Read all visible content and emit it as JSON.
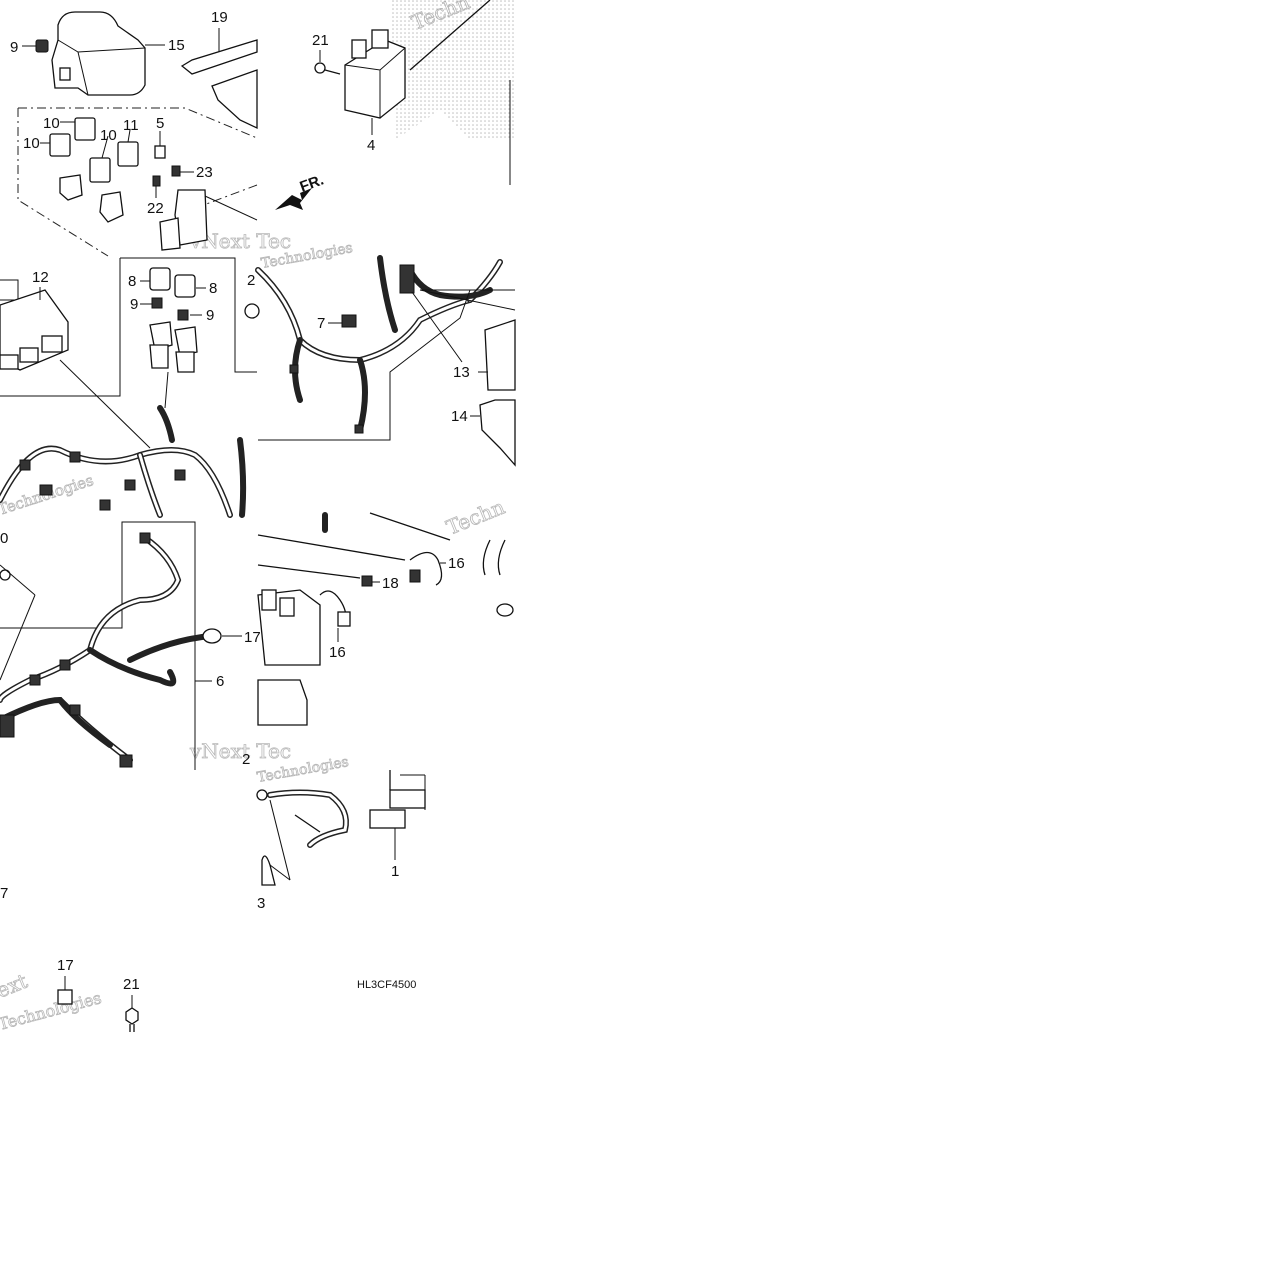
{
  "diagram": {
    "drawing_code": "HL3CF4500",
    "front_arrow_label": "FR.",
    "watermark": {
      "word_1": "vNext Tec",
      "word_2": "Technologies",
      "word_3": "Techn",
      "word_4": "ext"
    },
    "callouts": {
      "c_9a": "9",
      "c_15": "15",
      "c_19": "19",
      "c_21a": "21",
      "c_4": "4",
      "c_10a": "10",
      "c_10b": "10",
      "c_10c": "10",
      "c_11": "11",
      "c_5": "5",
      "c_23": "23",
      "c_22": "22",
      "c_12": "12",
      "c_8a": "8",
      "c_8b": "8",
      "c_9b": "9",
      "c_9c": "9",
      "c_2a": "2",
      "c_7a": "7",
      "c_13": "13",
      "c_14": "14",
      "c_0": "0",
      "c_17a": "17",
      "c_6": "6",
      "c_16a": "16",
      "c_18": "18",
      "c_16b": "16",
      "c_2b": "2",
      "c_1": "1",
      "c_3": "3",
      "c_7b": "7",
      "c_17b": "17",
      "c_21b": "21"
    }
  }
}
